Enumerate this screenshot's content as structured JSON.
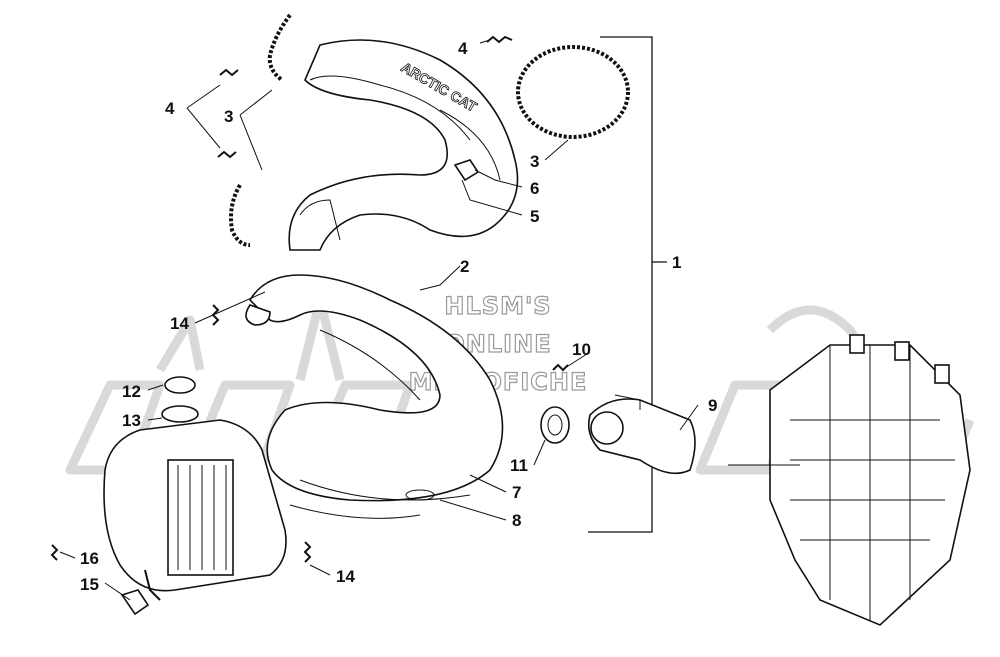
{
  "watermark": {
    "lines": [
      "HLSM'S",
      "ONLINE",
      "MICROFICHE"
    ]
  },
  "header_logo_text": "ARCTIC CAT",
  "callouts": [
    {
      "id": "1",
      "label": "1"
    },
    {
      "id": "2",
      "label": "2"
    },
    {
      "id": "3a",
      "label": "3"
    },
    {
      "id": "3b",
      "label": "3"
    },
    {
      "id": "4a",
      "label": "4"
    },
    {
      "id": "4b",
      "label": "4"
    },
    {
      "id": "5",
      "label": "5"
    },
    {
      "id": "6",
      "label": "6"
    },
    {
      "id": "7",
      "label": "7"
    },
    {
      "id": "8",
      "label": "8"
    },
    {
      "id": "9",
      "label": "9"
    },
    {
      "id": "10",
      "label": "10"
    },
    {
      "id": "11",
      "label": "11"
    },
    {
      "id": "12",
      "label": "12"
    },
    {
      "id": "13",
      "label": "13"
    },
    {
      "id": "14a",
      "label": "14"
    },
    {
      "id": "14b",
      "label": "14"
    },
    {
      "id": "15",
      "label": "15"
    },
    {
      "id": "16",
      "label": "16"
    }
  ]
}
